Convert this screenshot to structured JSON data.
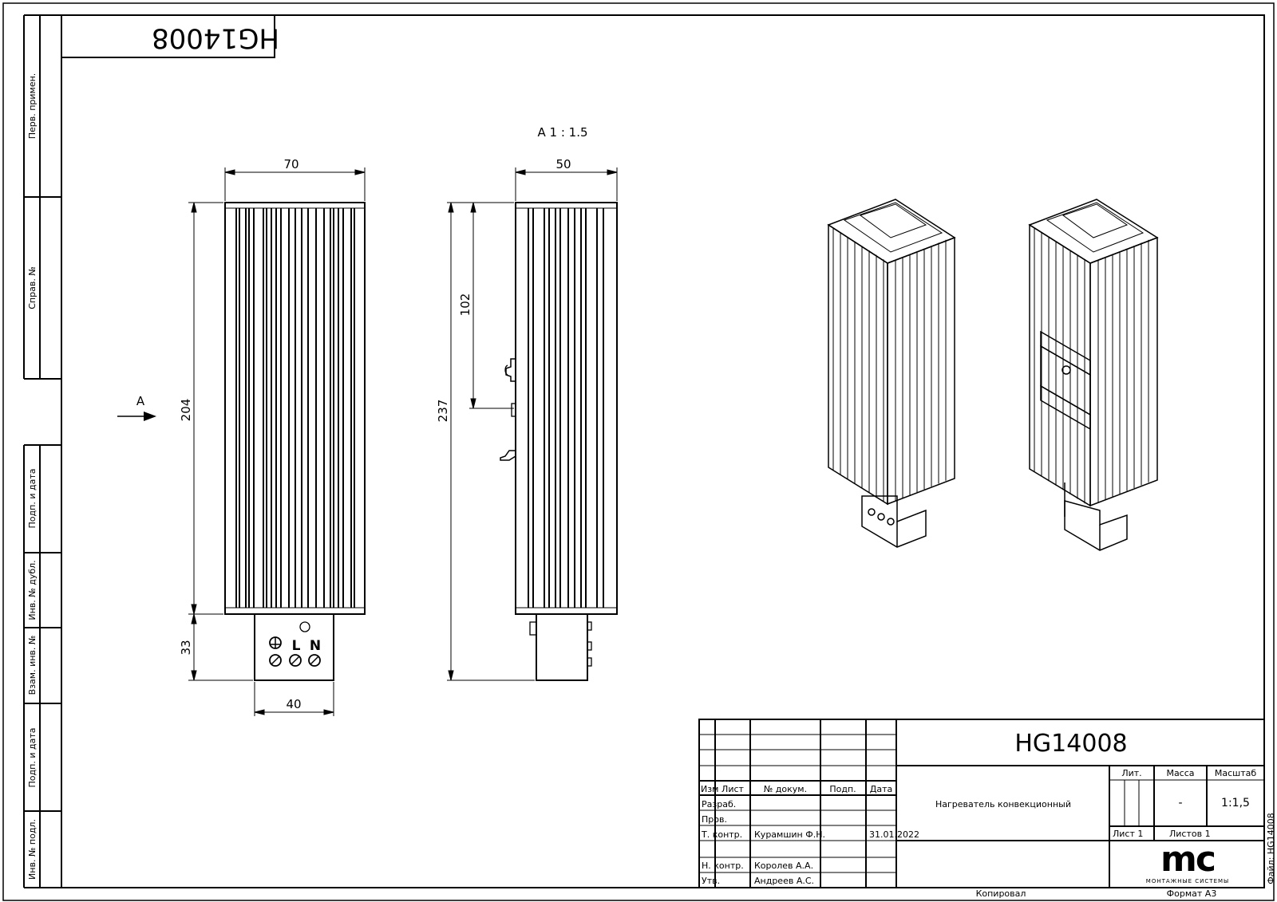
{
  "drawing": {
    "code_rotated": "HG14008",
    "view_label": "A 1 : 1.5",
    "arrow_label": "A",
    "dims": {
      "front_width": "70",
      "front_height": "204",
      "terminal_height": "33",
      "terminal_width": "40",
      "side_width": "50",
      "side_rail": "102",
      "side_total": "237"
    },
    "terminal_labels": {
      "l": "L",
      "n": "N"
    }
  },
  "left_strip": {
    "labels": [
      "Перв. примен.",
      "Справ. №",
      "Подп. и дата",
      "Инв. № дубл.",
      "Взам. инв. №",
      "Подп. и дата",
      "Инв. № подл."
    ]
  },
  "title_block": {
    "code": "HG14008",
    "description": "Нагреватель конвекционный",
    "headers": {
      "izm": "Изм",
      "list": "Лист",
      "doc": "№ докум.",
      "podp": "Подп.",
      "data": "Дата"
    },
    "roles": [
      "Разраб.",
      "Пров.",
      "Т. контр.",
      "",
      "Н. контр.",
      "Утв."
    ],
    "names": [
      "",
      "",
      "Курамшин Ф.Н.",
      "",
      "Королев А.А.",
      "Андреев А.С."
    ],
    "date": "31.01.2022",
    "lit_label": "Лит.",
    "mass_label": "Масса",
    "scale_label": "Масштаб",
    "mass_value": "-",
    "scale_value": "1:1,5",
    "sheet_label": "Лист 1",
    "sheets_label": "Листов 1",
    "logo_text": "mc",
    "logo_subtitle": "МОНТАЖНЫЕ СИСТЕМЫ",
    "file_label": "Файл: HG14008",
    "copied_label": "Копировал",
    "format_label": "Формат А3"
  }
}
